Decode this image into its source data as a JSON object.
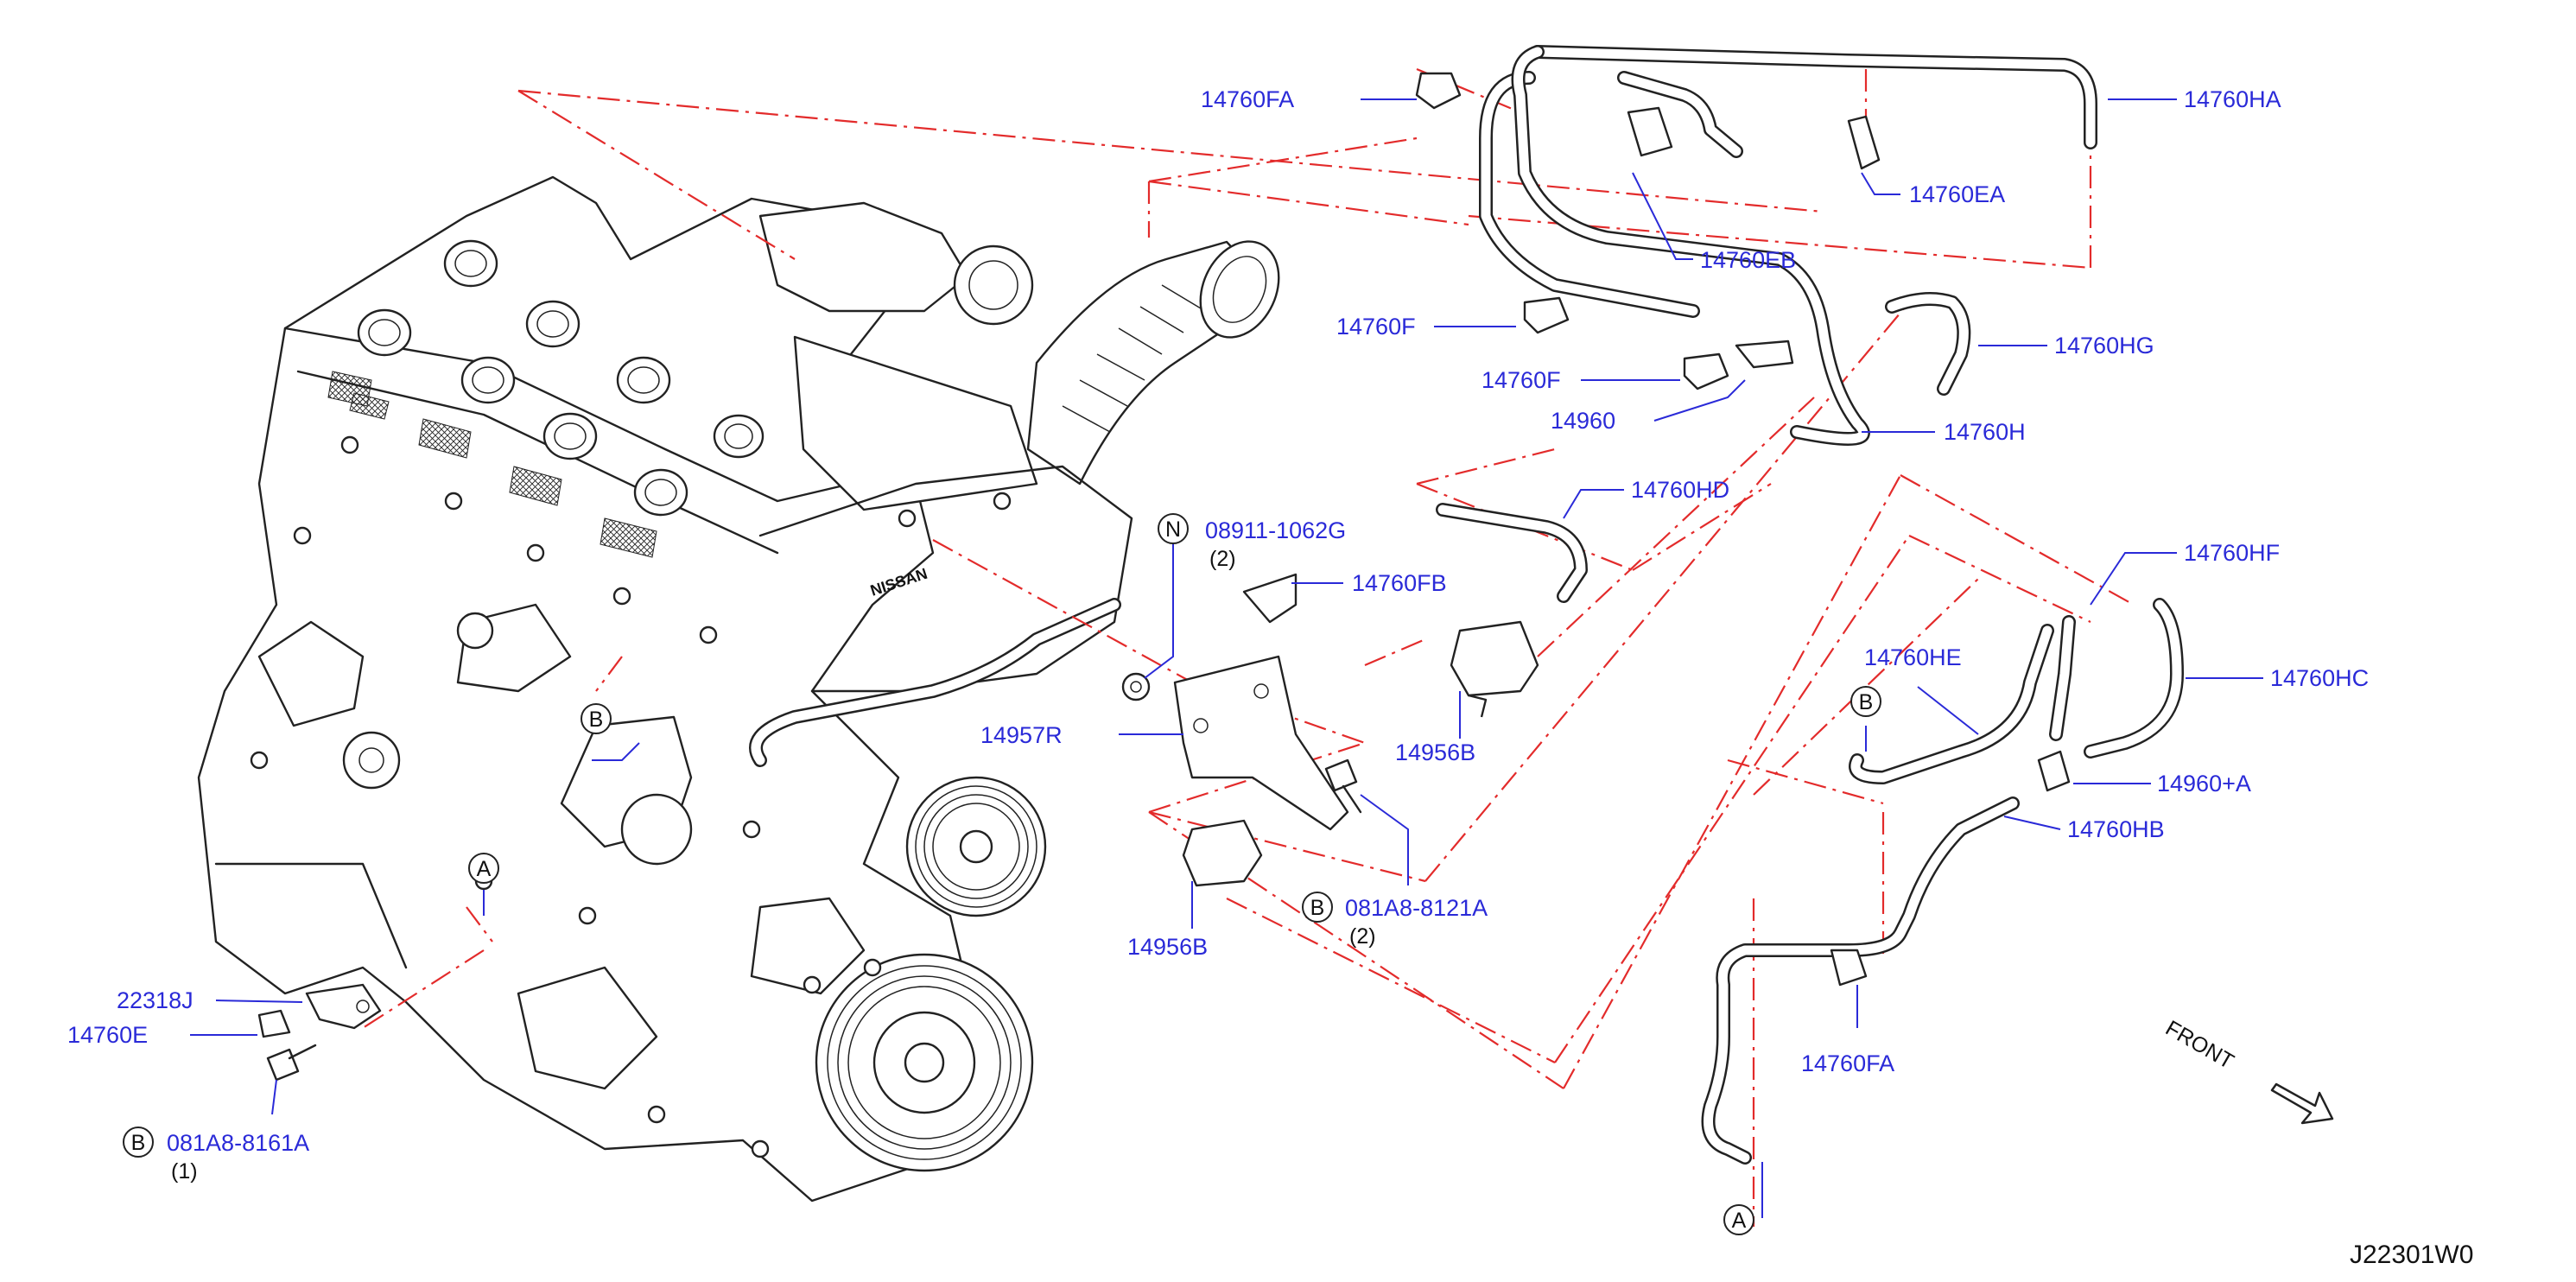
{
  "diagram_code": "J22301W0",
  "front_label": "FRONT",
  "parts": {
    "p14760FA_top": "14760FA",
    "p14760HA": "14760HA",
    "p14760EA": "14760EA",
    "p14760EB": "14760EB",
    "p14760F_1": "14760F",
    "p14760F_2": "14760F",
    "p14760HG": "14760HG",
    "p14960": "14960",
    "p14760H": "14760H",
    "p14760HD": "14760HD",
    "p08911": "08911-1062G",
    "p08911_qty": "(2)",
    "p14760FB": "14760FB",
    "p14760HF": "14760HF",
    "p14760HE": "14760HE",
    "p14760HC": "14760HC",
    "p14957R": "14957R",
    "p14956B_1": "14956B",
    "p14960A": "14960+A",
    "p14760HB": "14760HB",
    "p081A8_8121A": "081A8-8121A",
    "p081A8_8121A_qty": "(2)",
    "p14956B_2": "14956B",
    "p14760FA_bot": "14760FA",
    "p22318J": "22318J",
    "p14760E": "14760E",
    "p081A8_8161A": "081A8-8161A",
    "p081A8_8161A_qty": "(1)"
  },
  "callouts": {
    "N": "N",
    "B": "B",
    "A": "A"
  },
  "colors": {
    "label_blue": "#2a2ad8",
    "dash_red": "#e32b2b",
    "line_black": "#222222"
  }
}
